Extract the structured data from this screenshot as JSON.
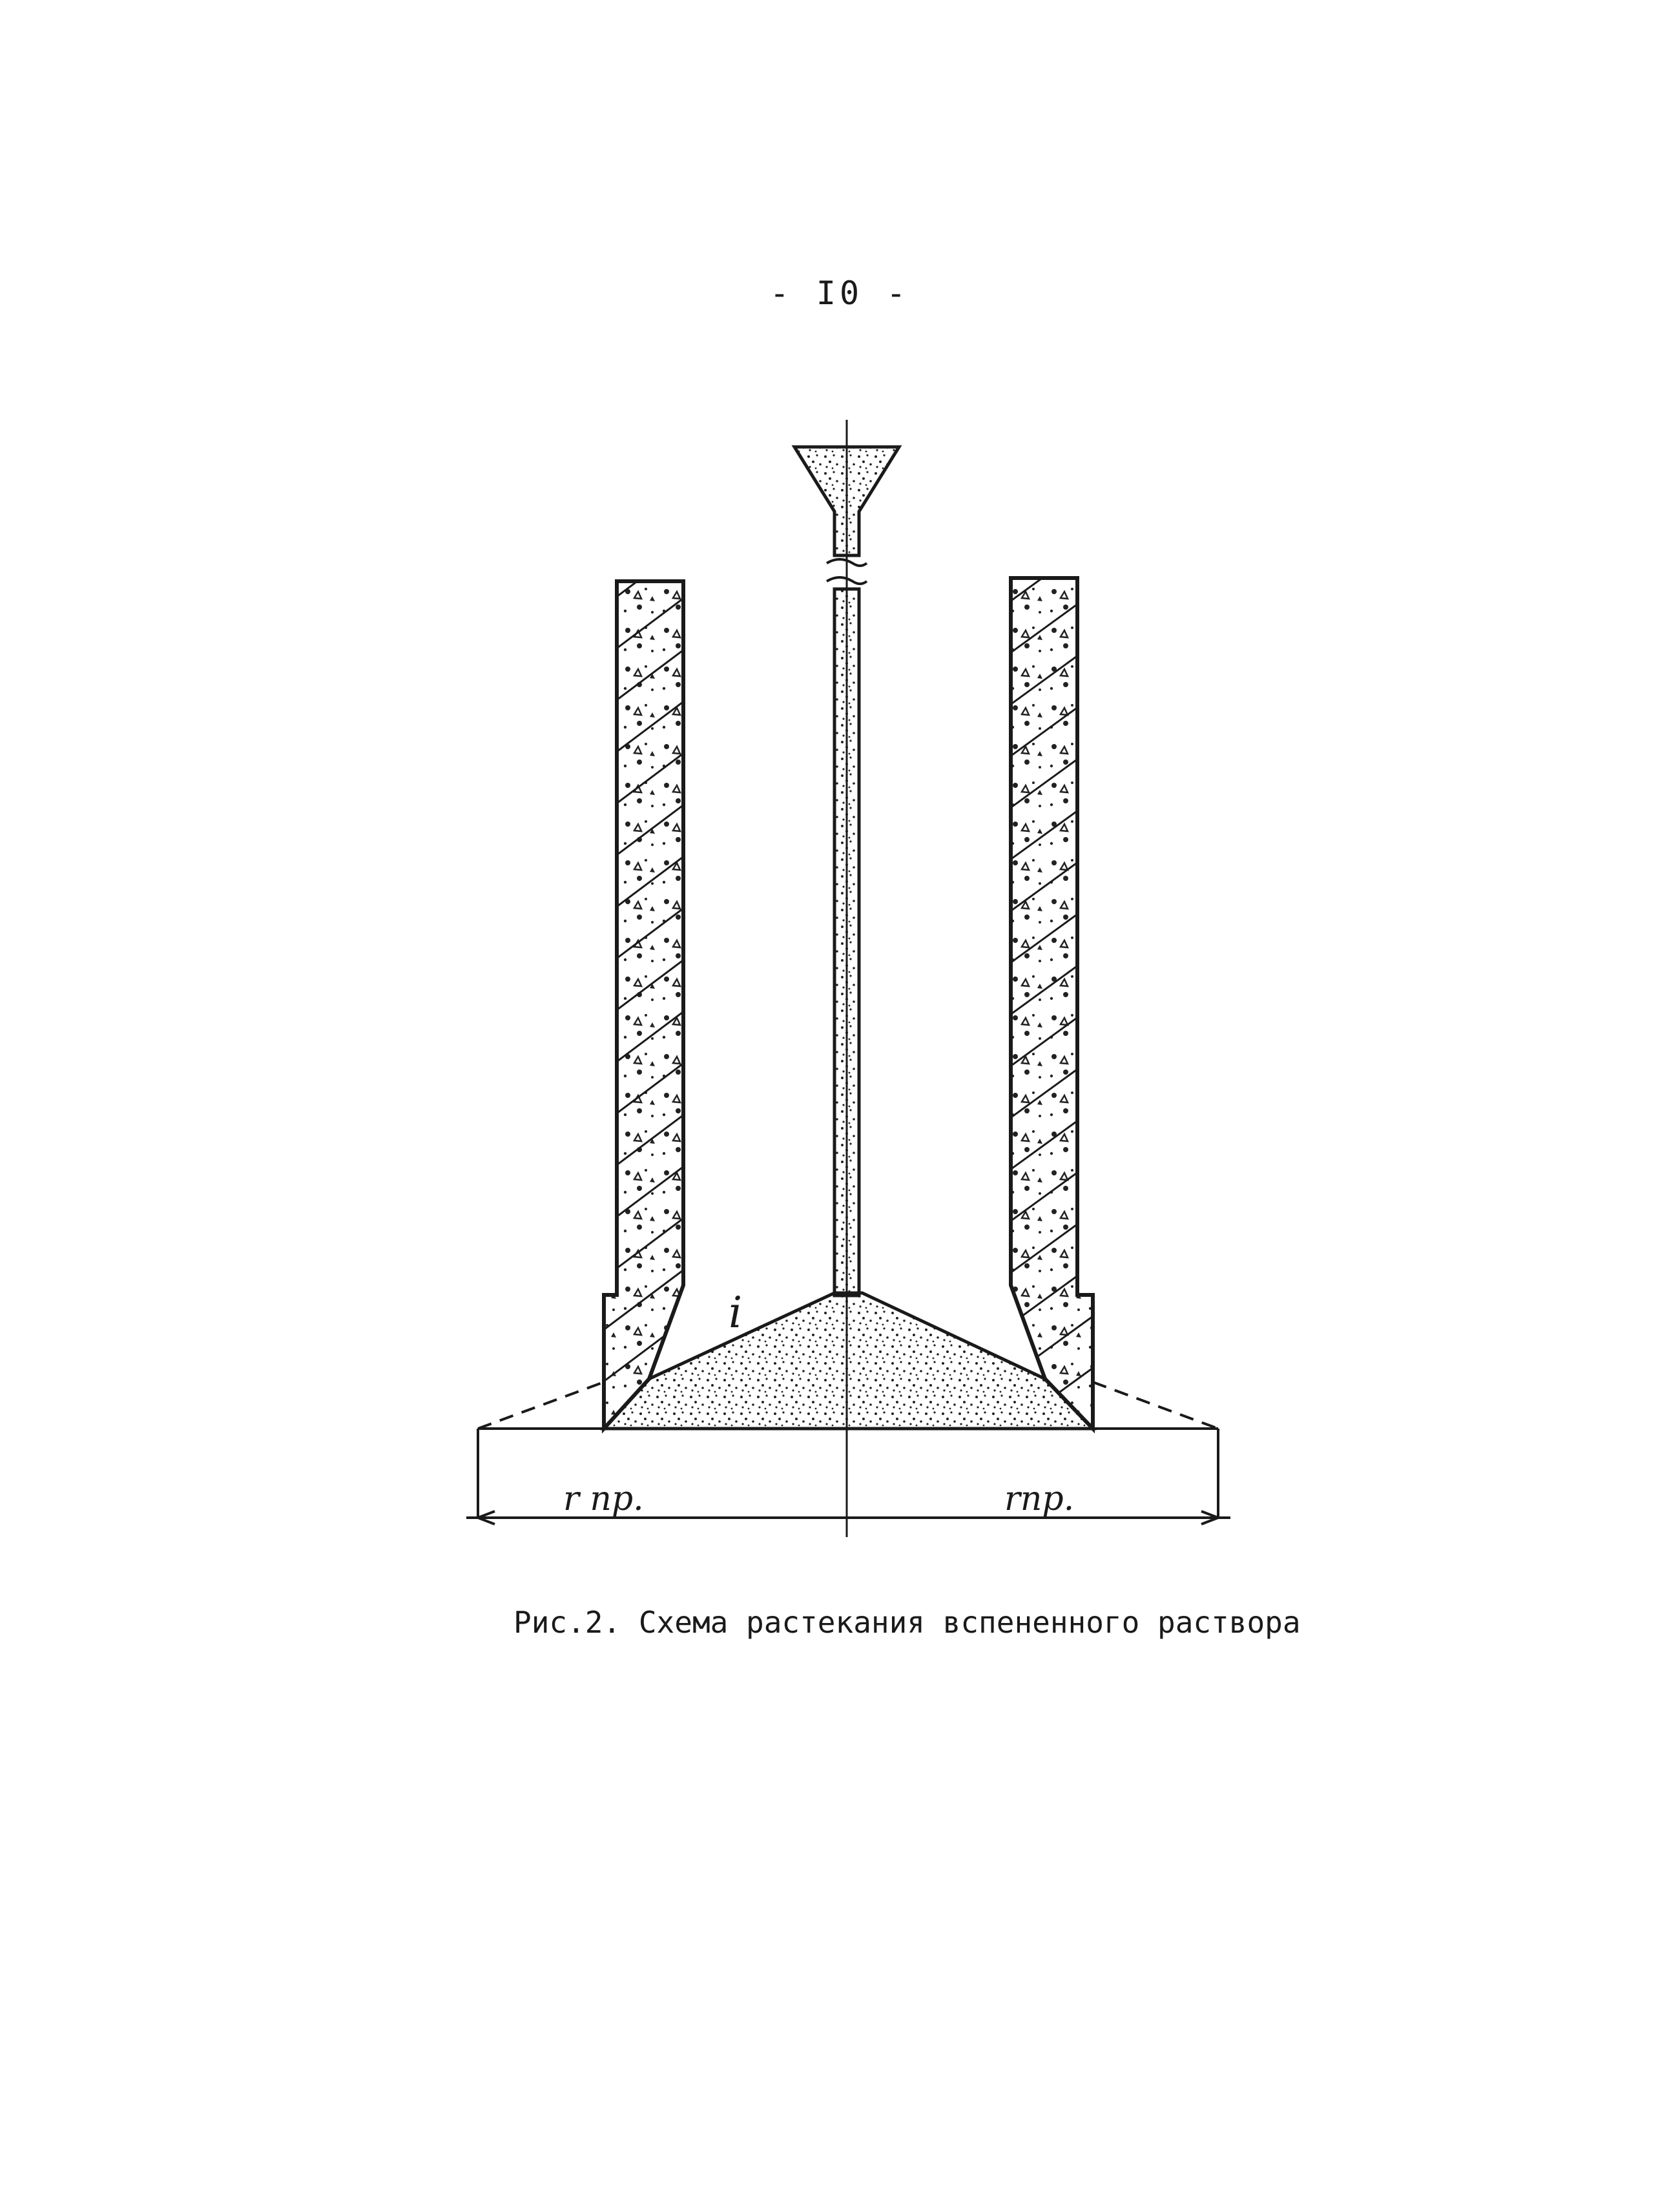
{
  "page": {
    "number": "- I0 -"
  },
  "diagram": {
    "label_i": "i",
    "label_left": "r пр.",
    "label_right": "rпр."
  },
  "caption": {
    "text": "Рис.2. Схема растекания вспененного раствора"
  },
  "colors": {
    "ink": "#1a1a1a",
    "paper": "#ffffff"
  }
}
